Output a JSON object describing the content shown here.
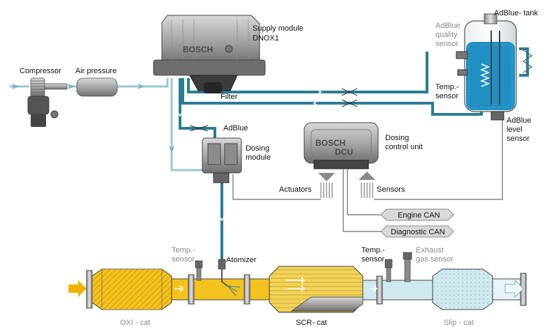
{
  "labels": {
    "compressor": "Compressor",
    "air_pressure": "Air pressure",
    "supply_module_line1": "Supply module",
    "supply_module_line2": "DNOX1",
    "filter": "Filter",
    "adblue_tank": "AdBlue- tank",
    "adblue_quality_1": "AdBlue",
    "adblue_quality_2": "quality",
    "adblue_quality_3": "sensor",
    "tank_temp_1": "Temp.-",
    "tank_temp_2": "sensor",
    "adblue_level_1": "AdBlue",
    "adblue_level_2": "level",
    "adblue_level_3": "sensor",
    "adblue": "AdBlue",
    "dosing_module_1": "Dosing",
    "dosing_module_2": "module",
    "dosing_control_1": "Dosing",
    "dosing_control_2": "control unit",
    "actuators": "Actuators",
    "sensors": "Sensors",
    "engine_can": "Engine CAN",
    "diagnostic_can": "Diagnostic CAN",
    "exhaust_temp1_1": "Temp.-",
    "exhaust_temp1_2": "sensor",
    "atomizer": "Atomizer",
    "exhaust_temp2_1": "Temp.-",
    "exhaust_temp2_2": "sensor",
    "exhaust_gas_1": "Exhaust",
    "exhaust_gas_2": "gas sensor",
    "oxi_cat": "OXI - cat",
    "scr_cat": "SCR- cat",
    "slip_cat": "Slip - cat",
    "bosch_supply": "BOSCH",
    "bosch_dcu": "BOSCH",
    "dcu": "DCU"
  },
  "colors": {
    "adblue_pipe": "#2b7d93",
    "air_pipe": "#9cc6d3",
    "adblue_fluid": "#1f8fc4",
    "oxi_fill": "#f5c22a",
    "scr_fill": "#f1d15a",
    "slip_fill": "#c9e6ee",
    "housing": "#9a9a9a"
  }
}
